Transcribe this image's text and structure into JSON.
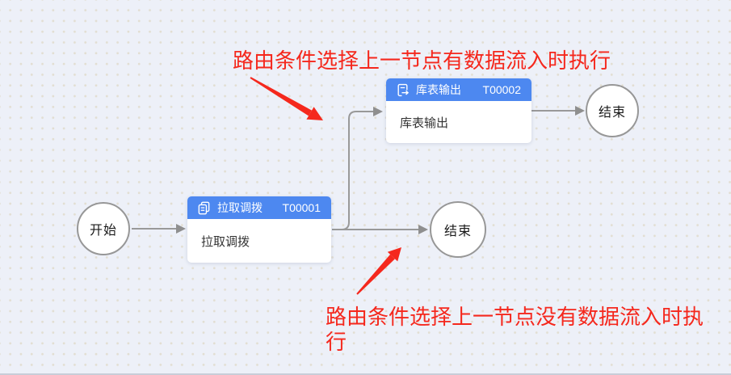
{
  "canvas": {
    "background_color": "#edf0f8",
    "header_color": "#4d88f0",
    "connector_color": "#999999",
    "annotation_color": "#f5281d"
  },
  "nodes": {
    "start": {
      "label": "开始"
    },
    "task1": {
      "title": "拉取调拨",
      "id": "T00001",
      "body": "拉取调拨",
      "icon": "copy-document-icon"
    },
    "task2": {
      "title": "库表输出",
      "id": "T00002",
      "body": "库表输出",
      "icon": "export-document-icon"
    },
    "end_top": {
      "label": "结束"
    },
    "end_mid": {
      "label": "结束"
    }
  },
  "annotations": {
    "top": "路由条件选择上一节点有数据流入时执行",
    "bottom": "路由条件选择上一节点没有数据流入时执行"
  }
}
